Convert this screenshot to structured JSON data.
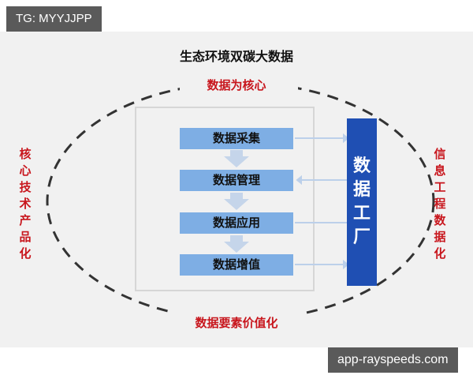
{
  "watermarks": {
    "top": "TG: MYYJJPP",
    "bottom": "app-rayspeeds.com"
  },
  "diagram": {
    "title": "生态环境双碳大数据",
    "core_label": "数据为核心",
    "bottom_label": "数据要素价值化",
    "left_label": "核心技术产品化",
    "right_label": "信息工程数据化",
    "steps": [
      {
        "label": "数据采集"
      },
      {
        "label": "数据管理"
      },
      {
        "label": "数据应用"
      },
      {
        "label": "数据增值"
      }
    ],
    "factory_label": "数据工厂",
    "colors": {
      "step_fill": "#7eaee4",
      "factory_fill": "#1f4fb3",
      "accent_red": "#c8161d",
      "panel_bg": "#f1f1f1"
    }
  }
}
